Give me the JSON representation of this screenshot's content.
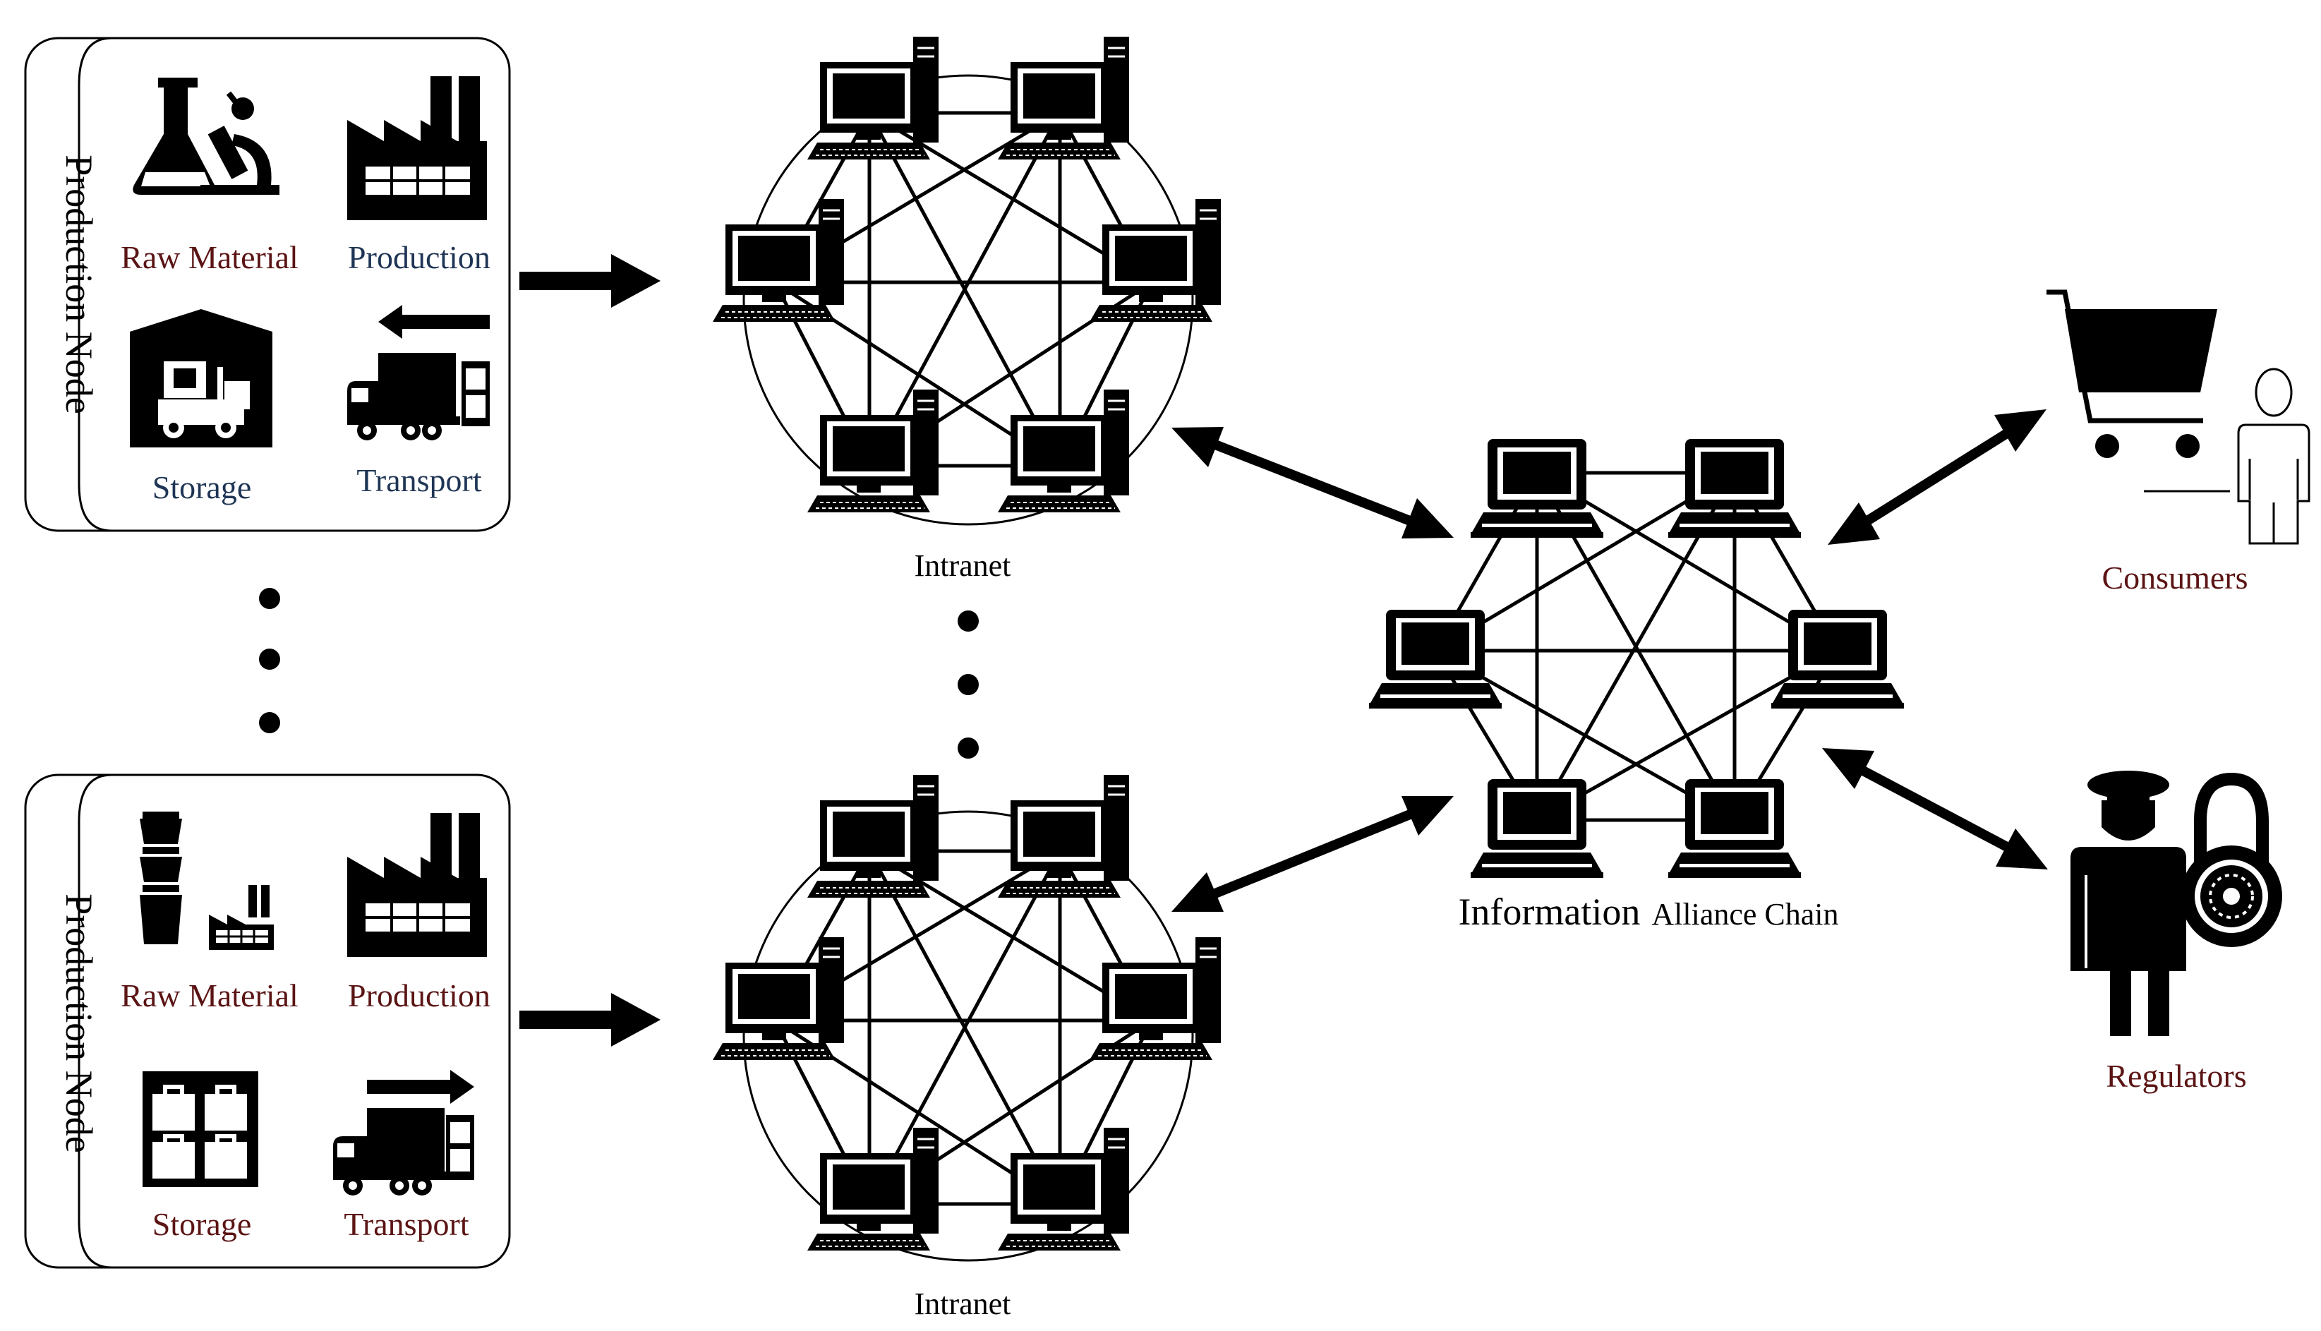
{
  "colors": {
    "dark_red": "#5b1414",
    "navy": "#1f3555",
    "black": "#000000"
  },
  "production_nodes": [
    {
      "title": "Production Node",
      "items": [
        {
          "label": "Raw Material",
          "icon": "flask-microscope-icon",
          "color": "#5b1414"
        },
        {
          "label": "Production",
          "icon": "factory-icon",
          "color": "#1f3555"
        },
        {
          "label": "Storage",
          "icon": "warehouse-forklift-icon",
          "color": "#1f3555"
        },
        {
          "label": "Transport",
          "icon": "truck-arrow-left-icon",
          "color": "#1f3555"
        }
      ]
    },
    {
      "title": "Production Node",
      "items": [
        {
          "label": "Raw Material",
          "icon": "barrels-factory-icon",
          "color": "#5b1414"
        },
        {
          "label": "Production",
          "icon": "factory-icon",
          "color": "#5b1414"
        },
        {
          "label": "Storage",
          "icon": "storage-boxes-icon",
          "color": "#5b1414"
        },
        {
          "label": "Transport",
          "icon": "truck-arrow-right-icon",
          "color": "#5b1414"
        }
      ]
    }
  ],
  "intranets": [
    {
      "label": "Intranet",
      "computer_icon": "desktop-computer-icon"
    },
    {
      "label": "Intranet",
      "computer_icon": "desktop-computer-icon"
    }
  ],
  "alliance_chain": {
    "label_main": "Information",
    "label_sub": "Alliance Chain",
    "computer_icon": "laptop-icon"
  },
  "consumers": {
    "label": "Consumers",
    "icon": "shopping-cart-person-icon"
  },
  "regulators": {
    "label": "Regulators",
    "icon": "officer-padlock-icon"
  }
}
